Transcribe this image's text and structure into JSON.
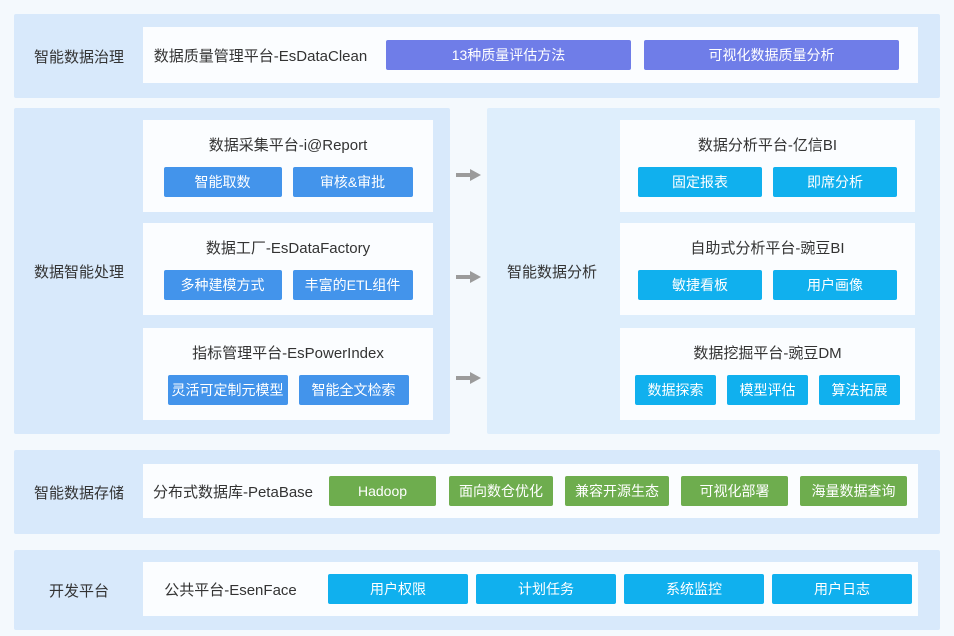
{
  "colors": {
    "page_bg": "#f4f9fd",
    "panel_bg": "#d8e9fb",
    "panel_bg_light": "#deeefc",
    "card_bg": "#fbfdff",
    "purple_button": "#6f7de8",
    "blue_button": "#4394eb",
    "cyan_button": "#10b0ee",
    "green_button": "#6ead4e",
    "arrow": "#9b9b9b",
    "text": "#333333"
  },
  "icons": {
    "flow_arrow": "arrow-right"
  },
  "rows": {
    "governance": {
      "label": "智能数据治理",
      "platform": "数据质量管理平台-EsDataClean",
      "buttons": [
        "13种质量评估方法",
        "可视化数据质量分析"
      ]
    },
    "processing": {
      "label": "数据智能处理",
      "cards": [
        {
          "title": "数据采集平台-i@Report",
          "buttons": [
            "智能取数",
            "审核&审批"
          ]
        },
        {
          "title": "数据工厂-EsDataFactory",
          "buttons": [
            "多种建模方式",
            "丰富的ETL组件"
          ]
        },
        {
          "title": "指标管理平台-EsPowerIndex",
          "buttons": [
            "灵活可定制元模型",
            "智能全文检索"
          ]
        }
      ]
    },
    "analysis": {
      "label": "智能数据分析",
      "cards": [
        {
          "title": "数据分析平台-亿信BI",
          "buttons": [
            "固定报表",
            "即席分析"
          ]
        },
        {
          "title": "自助式分析平台-豌豆BI",
          "buttons": [
            "敏捷看板",
            "用户画像"
          ]
        },
        {
          "title": "数据挖掘平台-豌豆DM",
          "buttons": [
            "数据探索",
            "模型评估",
            "算法拓展"
          ]
        }
      ]
    },
    "storage": {
      "label": "智能数据存储",
      "platform": "分布式数据库-PetaBase",
      "buttons": [
        "Hadoop",
        "面向数仓优化",
        "兼容开源生态",
        "可视化部署",
        "海量数据查询"
      ]
    },
    "dev": {
      "label": "开发平台",
      "platform": "公共平台-EsenFace",
      "buttons": [
        "用户权限",
        "计划任务",
        "系统监控",
        "用户日志"
      ]
    }
  }
}
